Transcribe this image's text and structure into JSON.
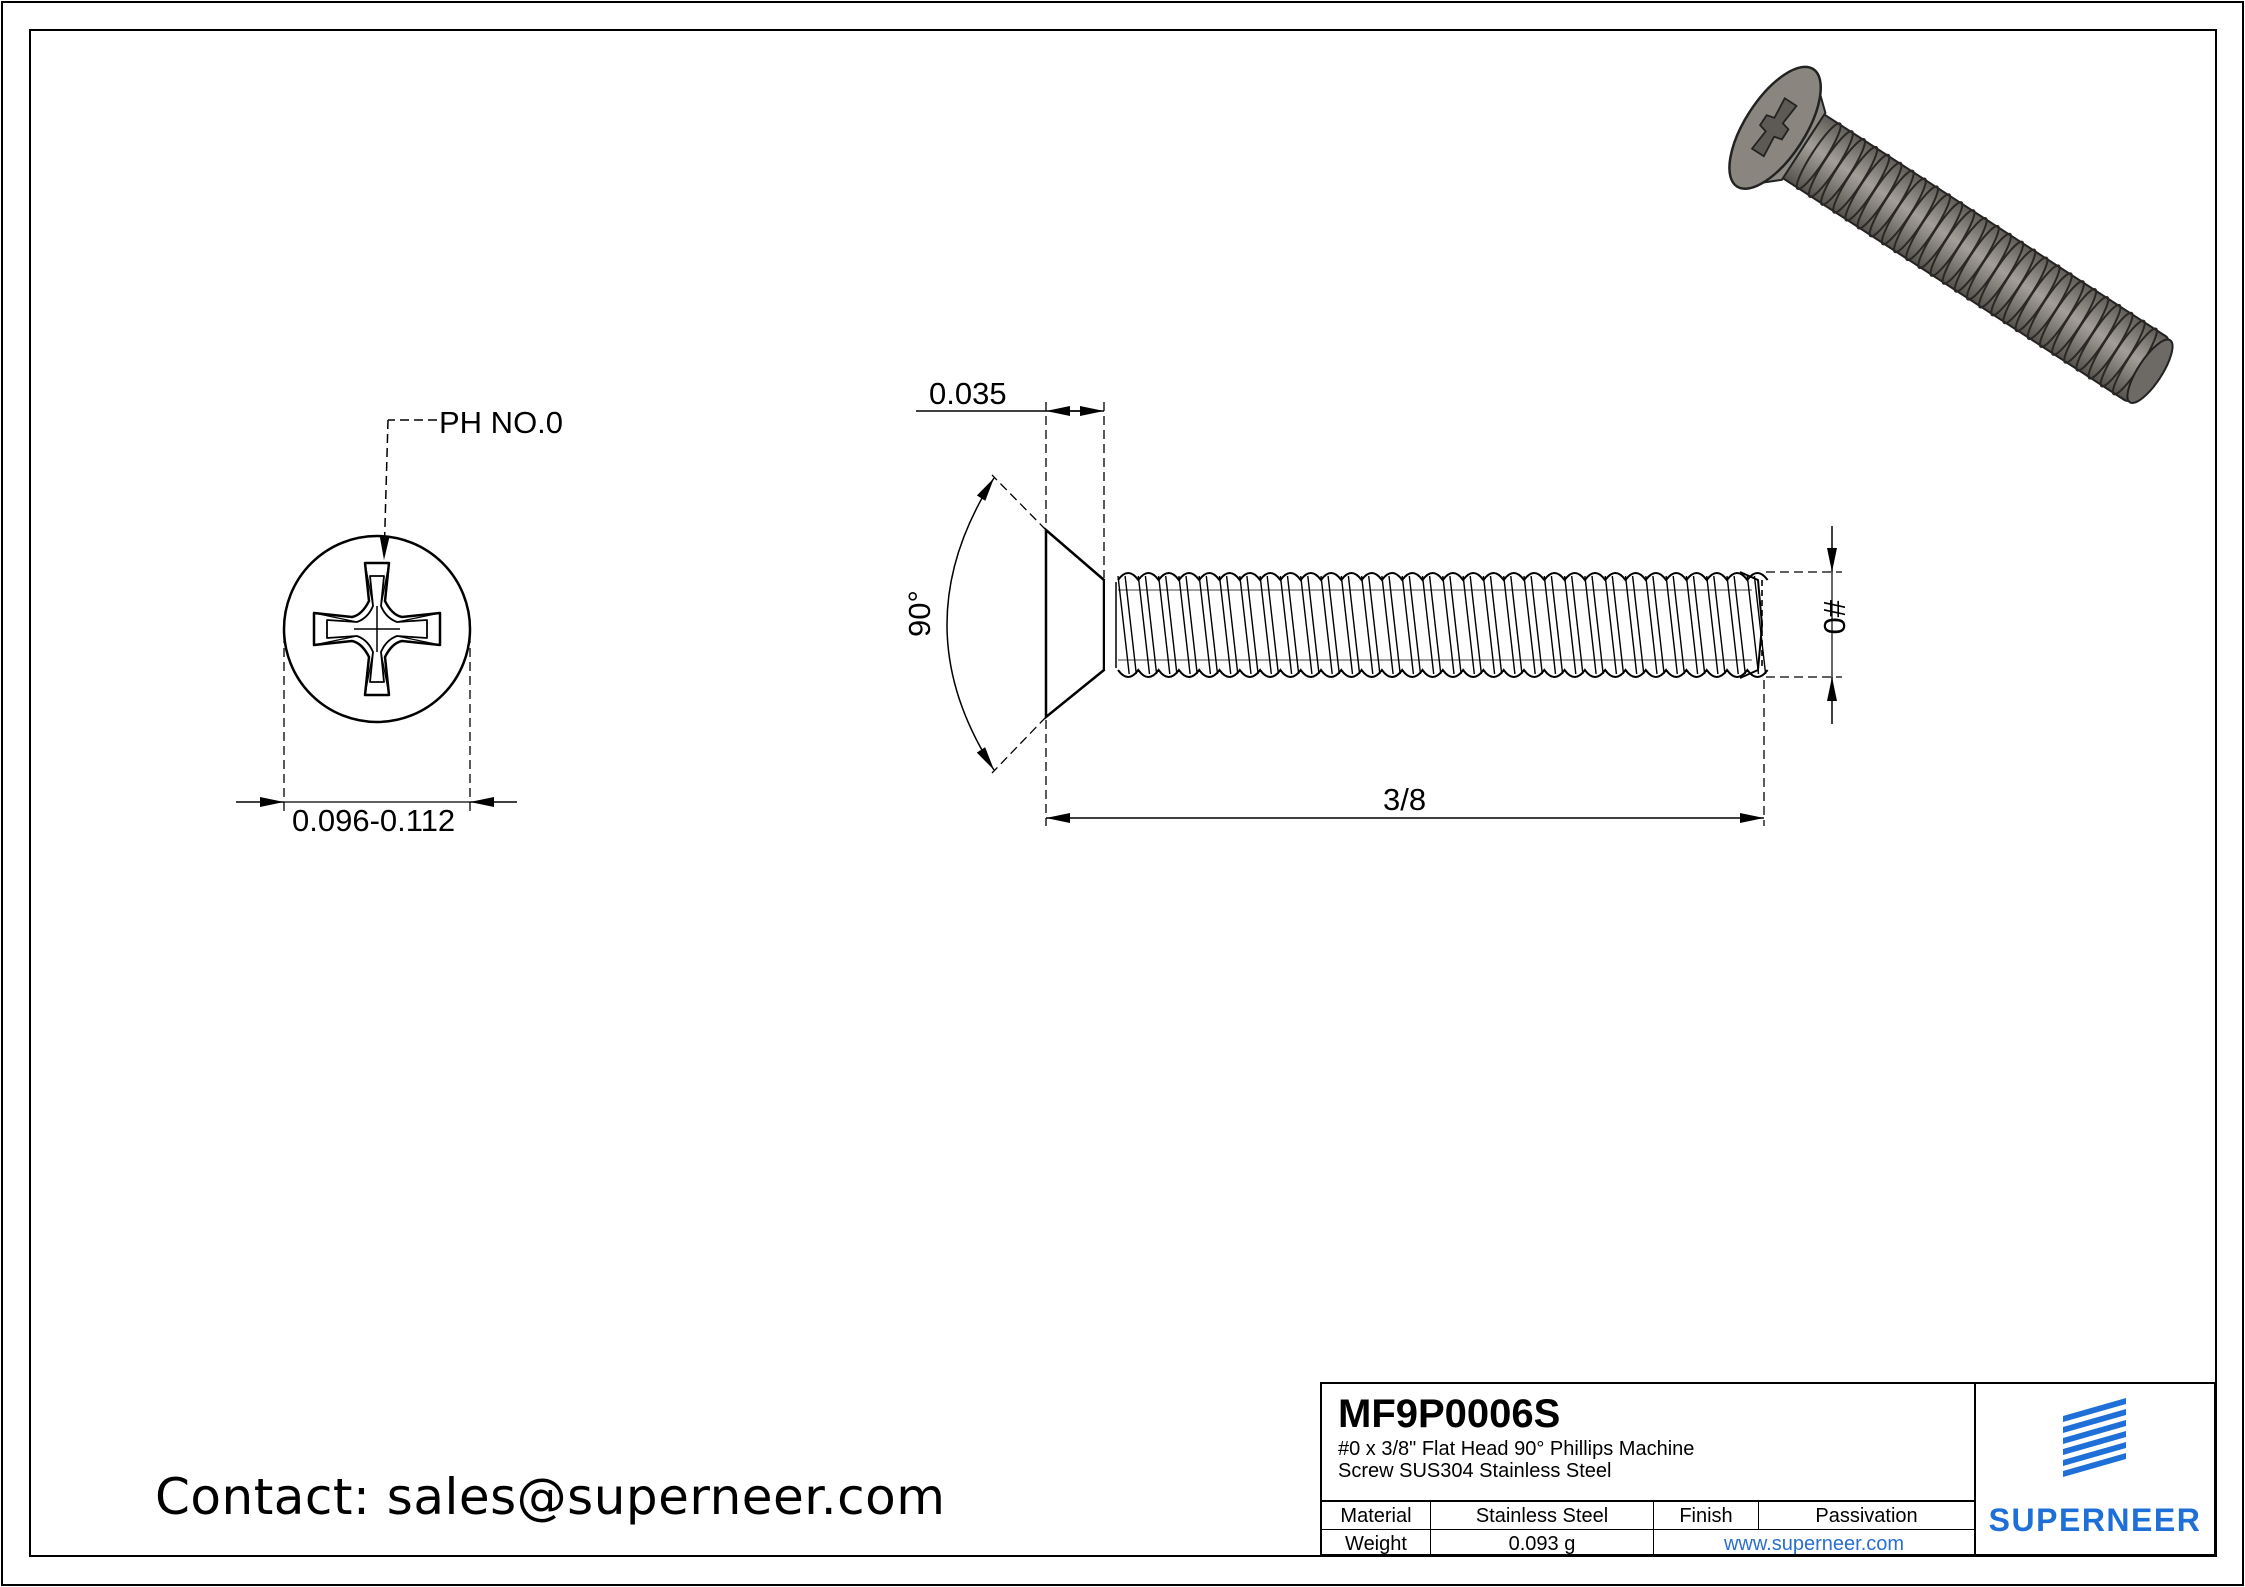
{
  "drawing": {
    "callouts": {
      "drive": "PH NO.0",
      "head_diameter": "0.096-0.112",
      "head_height": "0.035",
      "head_angle": "90°",
      "thread_size": "#0",
      "length": "3/8"
    }
  },
  "contact": "Contact: sales@superneer.com",
  "title_block": {
    "part_number": "MF9P0006S",
    "description_line1": "#0 x 3/8\" Flat Head 90° Phillips Machine",
    "description_line2": "Screw SUS304 Stainless Steel",
    "material_label": "Material",
    "material_value": "Stainless Steel",
    "finish_label": "Finish",
    "finish_value": "Passivation",
    "weight_label": "Weight",
    "weight_value": "0.093 g",
    "website": "www.superneer.com",
    "logo_text": "SUPERNEER"
  },
  "colors": {
    "line": "#000000",
    "brand": "#1e6fd8",
    "link": "#2a6fd0",
    "screw_fill": "#7a7670"
  }
}
